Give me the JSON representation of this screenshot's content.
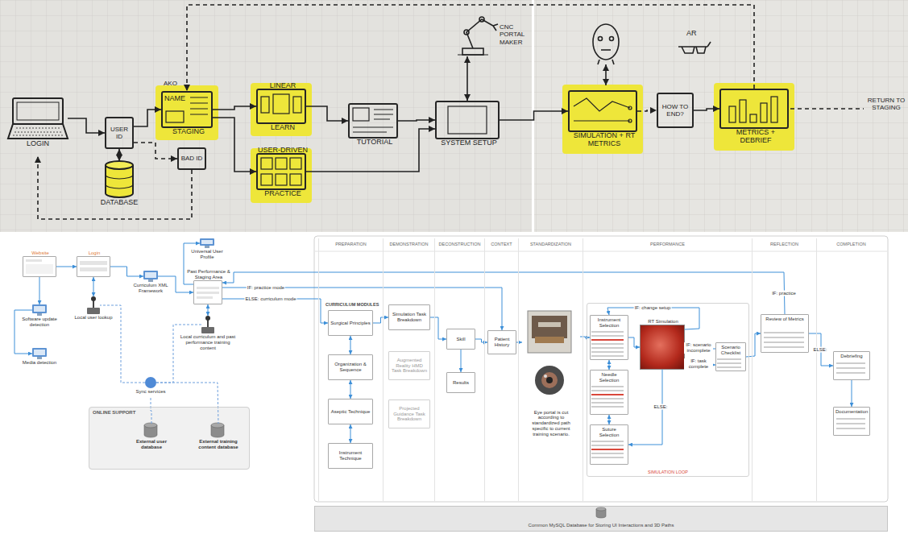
{
  "diagram": {
    "nodes": [
      {
        "text": [
          "LOGIN"
        ]
      },
      {
        "text": [
          "USER ID"
        ]
      },
      {
        "text": [
          "DATABASE"
        ]
      },
      {
        "text": [
          "BAD ID"
        ]
      },
      {
        "text": [
          "NAME",
          "STAGING"
        ]
      },
      {
        "text": [
          "LINEAR",
          "LEARN"
        ]
      },
      {
        "text": [
          "USER-DRIVEN",
          "PRACTICE"
        ]
      },
      {
        "text": [
          "TUTORIAL"
        ]
      },
      {
        "text": [
          "SYSTEM SETUP"
        ]
      },
      {
        "text": [
          "CNC PORTAL MAKER"
        ]
      },
      {
        "text": [
          "SIMULATION + RT METRICS"
        ]
      },
      {
        "text": [
          "HOW TO END?"
        ]
      },
      {
        "text": [
          "METRICS + DEBRIEF"
        ]
      },
      {
        "text": [
          "Website"
        ]
      },
      {
        "text": [
          "Software update detection"
        ]
      },
      {
        "text": [
          "Media detection"
        ]
      },
      {
        "text": [
          "Login"
        ]
      },
      {
        "text": [
          "Local user lookup"
        ]
      },
      {
        "text": [
          "Curriculum XML Framework"
        ]
      },
      {
        "text": [
          "Universal User Profile"
        ]
      },
      {
        "text": [
          "Past Performance & Staging Area"
        ]
      },
      {
        "text": [
          "Local curriculum and past performance training content"
        ]
      },
      {
        "text": [
          "Sync services"
        ]
      },
      {
        "text": [
          "ONLINE SUPPORT"
        ]
      },
      {
        "text": [
          "External user database"
        ],
        "in": 23
      },
      {
        "text": [
          "External training content database"
        ],
        "in": 23
      },
      {
        "text": [
          "PREPARATION"
        ]
      },
      {
        "text": [
          "DEMONSTRATION"
        ]
      },
      {
        "text": [
          "DECONSTRUCTION"
        ]
      },
      {
        "text": [
          "CONTEXT"
        ]
      },
      {
        "text": [
          "STANDARDIZATION"
        ]
      },
      {
        "text": [
          "PERFORMANCE"
        ]
      },
      {
        "text": [
          "REFLECTION"
        ]
      },
      {
        "text": [
          "COMPLETION"
        ]
      },
      {
        "text": [
          "Surgical Principles"
        ],
        "in": 26
      },
      {
        "text": [
          "Organization & Sequence"
        ],
        "in": 26
      },
      {
        "text": [
          "Aseptic Technique"
        ],
        "in": 26
      },
      {
        "text": [
          "Instrument Technique"
        ],
        "in": 26
      },
      {
        "text": [
          "Simulation Task Breakdown"
        ],
        "in": 27
      },
      {
        "text": [
          "Augmented Reality HMD Task Breakdown"
        ],
        "in": 27
      },
      {
        "text": [
          "Projected Guidance Task Breakdown"
        ],
        "in": 27
      },
      {
        "text": [
          "Skill"
        ],
        "in": 28
      },
      {
        "text": [
          "Results"
        ],
        "in": 28
      },
      {
        "text": [
          "Patient History"
        ],
        "in": 29
      },
      {
        "text": [
          "Eye portal is cut according to standardized path specific to current training scenario."
        ],
        "in": 30
      },
      {
        "text": [
          "SIMULATION LOOP"
        ],
        "in": 31
      },
      {
        "text": [
          "Instrument Selection"
        ],
        "in": 45
      },
      {
        "text": [
          "Needle Selection"
        ],
        "in": 45
      },
      {
        "text": [
          "Suture Selection"
        ],
        "in": 45
      },
      {
        "text": [
          "RT Simulation"
        ],
        "in": 45
      },
      {
        "text": [
          "Scenario Checklist"
        ],
        "in": 45
      },
      {
        "text": [
          "Review of Metrics"
        ],
        "in": 32
      },
      {
        "text": [
          "Debriefing"
        ],
        "in": 33
      },
      {
        "text": [
          "Documentation"
        ],
        "in": 33
      },
      {
        "text": [
          "Common MySQL Database for Storing UI Interactions and 3D Paths"
        ]
      }
    ],
    "edges": [
      {
        "from": 0,
        "to": 1,
        "arrow": "to"
      },
      {
        "from": 1,
        "to": 2,
        "arrow": "both"
      },
      {
        "from": 1,
        "to": 4,
        "arrow": "to"
      },
      {
        "from": 1,
        "to": 3,
        "arrow": "to"
      },
      {
        "from": 3,
        "to": 0,
        "arrow": "to"
      },
      {
        "from": 4,
        "to": 5,
        "arrow": "to"
      },
      {
        "from": 4,
        "to": 6,
        "arrow": "to"
      },
      {
        "from": 5,
        "to": 7,
        "arrow": "to"
      },
      {
        "from": 7,
        "to": 8,
        "arrow": "to"
      },
      {
        "from": 6,
        "to": 8,
        "arrow": "to"
      },
      {
        "from": 8,
        "to": 9,
        "arrow": "both"
      },
      {
        "from": 8,
        "to": 10,
        "arrow": "to"
      },
      {
        "from": 10,
        "to": 11,
        "arrow": "to"
      },
      {
        "from": 11,
        "to": 12,
        "arrow": "to"
      },
      {
        "from": 12,
        "to": 4,
        "arrow": "to"
      },
      {
        "from": 13,
        "to": 14,
        "arrow": "to"
      },
      {
        "from": 14,
        "to": 15,
        "arrow": "to"
      },
      {
        "from": 13,
        "to": 16,
        "arrow": "to"
      },
      {
        "from": 16,
        "to": 17,
        "arrow": "both"
      },
      {
        "from": 16,
        "to": 18,
        "arrow": "to"
      },
      {
        "from": 18,
        "to": 20,
        "arrow": "to"
      },
      {
        "from": 20,
        "to": 19,
        "arrow": "to"
      },
      {
        "from": 20,
        "to": 21,
        "arrow": "both"
      },
      {
        "from": 22,
        "to": 17,
        "arrow": "none"
      },
      {
        "from": 22,
        "to": 21,
        "arrow": "none"
      },
      {
        "from": 22,
        "to": 24,
        "arrow": "none"
      },
      {
        "from": 22,
        "to": 25,
        "arrow": "none"
      },
      {
        "from": 20,
        "to": 43,
        "label": "IF: practice mode",
        "arrow": "to"
      },
      {
        "from": 20,
        "to": 34,
        "label": "ELSE: curriculum mode",
        "arrow": "to"
      },
      {
        "from": 34,
        "to": 35,
        "arrow": "both"
      },
      {
        "from": 35,
        "to": 36,
        "arrow": "both"
      },
      {
        "from": 36,
        "to": 37,
        "arrow": "both"
      },
      {
        "from": 34,
        "to": 38,
        "arrow": "to"
      },
      {
        "from": 38,
        "to": 41,
        "arrow": "to"
      },
      {
        "from": 41,
        "to": 42,
        "arrow": "to"
      },
      {
        "from": 41,
        "to": 43,
        "arrow": "to"
      },
      {
        "from": 43,
        "to": 44,
        "arrow": "to"
      },
      {
        "from": 44,
        "to": 46,
        "arrow": "to"
      },
      {
        "from": 46,
        "to": 47,
        "arrow": "both"
      },
      {
        "from": 47,
        "to": 48,
        "arrow": "both"
      },
      {
        "from": 46,
        "to": 49,
        "arrow": "to"
      },
      {
        "from": 49,
        "to": 46,
        "label": "IF: change setup",
        "arrow": "to"
      },
      {
        "from": 49,
        "to": 50,
        "label": "IF: task complete",
        "arrow": "to"
      },
      {
        "from": 50,
        "to": 49,
        "label": "IF: scenario incomplete",
        "arrow": "to"
      },
      {
        "from": 49,
        "to": 48,
        "label": "ELSE:",
        "arrow": "to"
      },
      {
        "from": 50,
        "to": 51,
        "arrow": "to"
      },
      {
        "from": 51,
        "to": 52,
        "label": "ELSE:",
        "arrow": "to"
      },
      {
        "from": 51,
        "to": 20,
        "label": "IF: practice",
        "arrow": "to"
      },
      {
        "from": 52,
        "to": 53,
        "arrow": "to"
      }
    ],
    "labels": [
      "AKO",
      "AR",
      "RETURN TO STAGING",
      "CURRICULUM MODULES"
    ]
  }
}
